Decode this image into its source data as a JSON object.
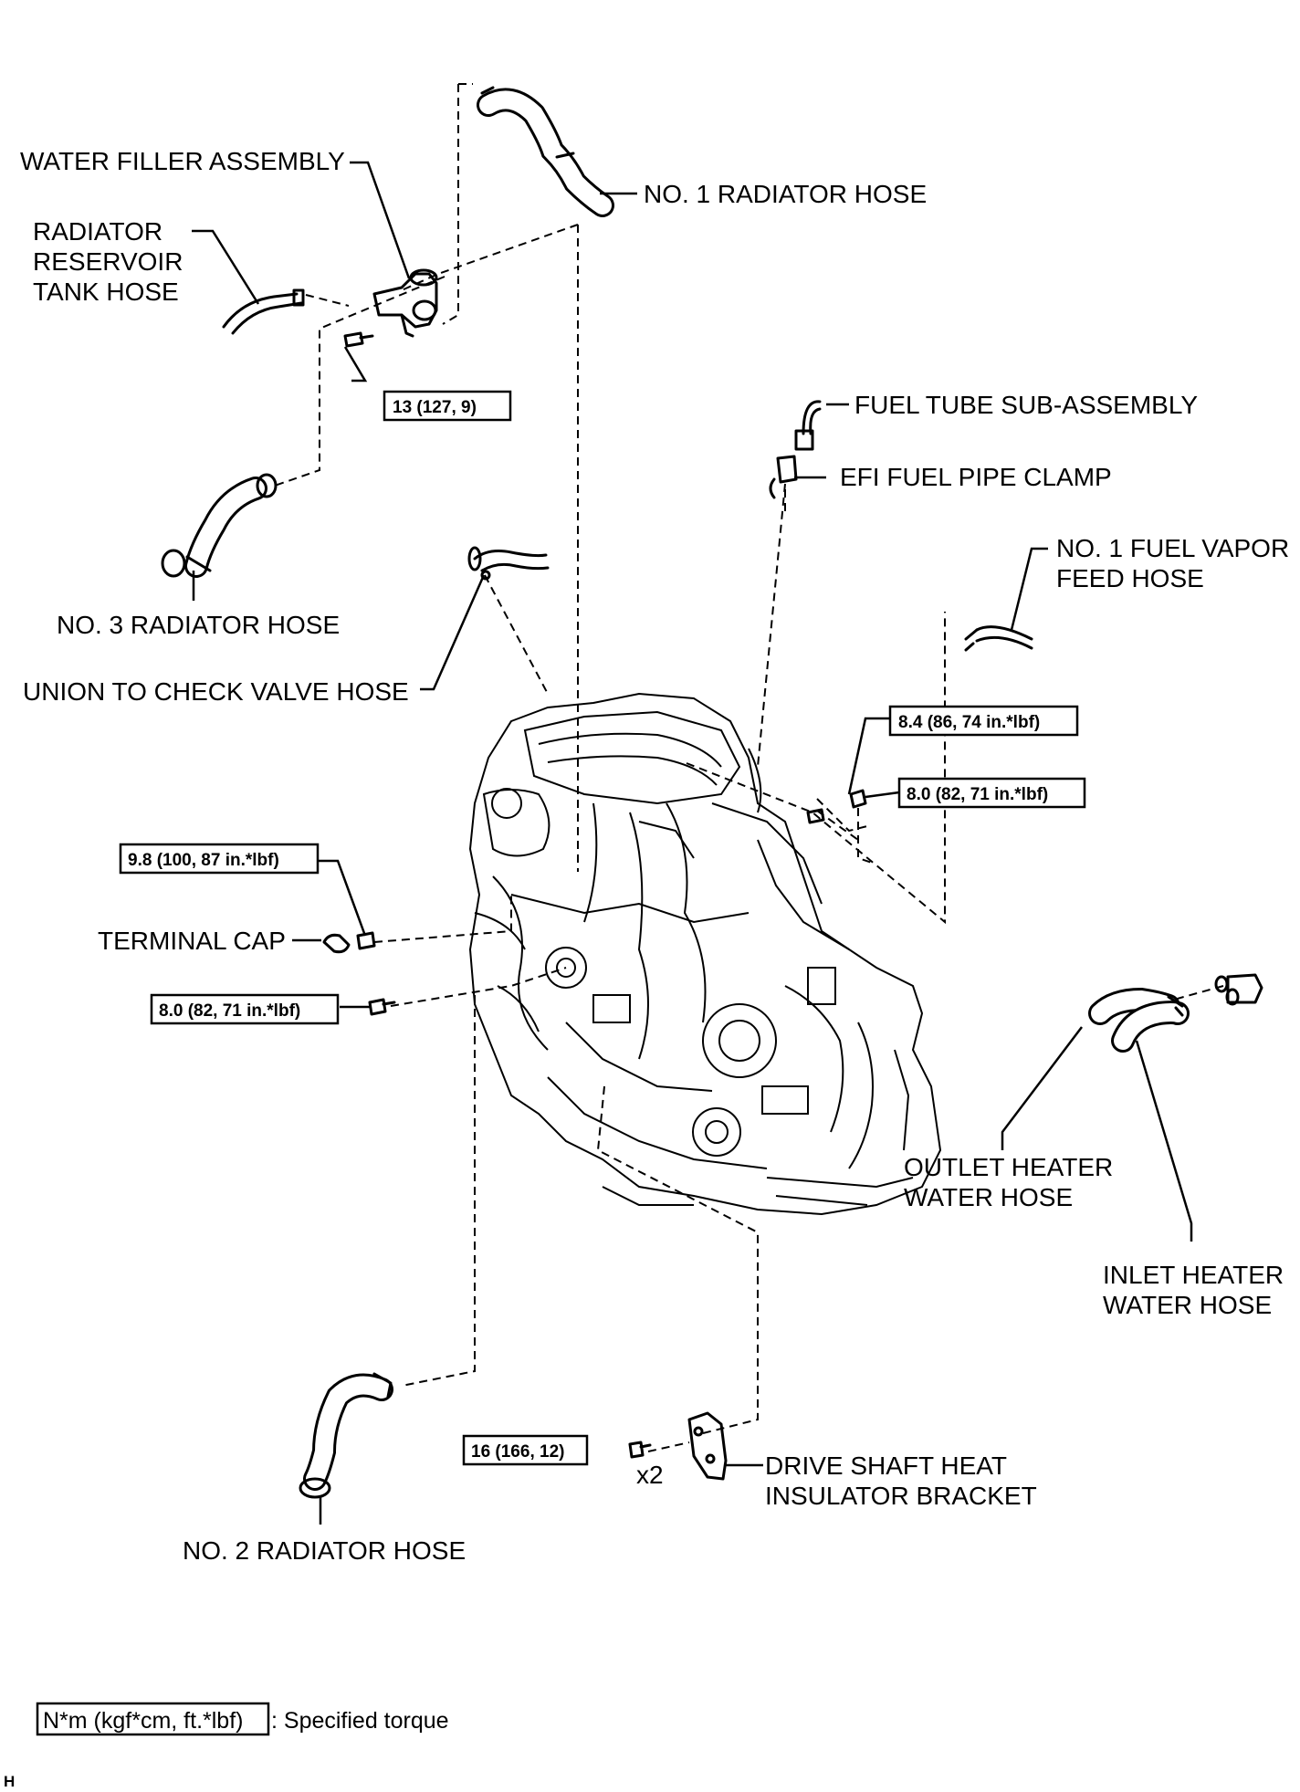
{
  "labels": {
    "water_filler": "WATER FILLER ASSEMBLY",
    "no1_radiator_hose": "NO. 1 RADIATOR HOSE",
    "reservoir_line1": "RADIATOR",
    "reservoir_line2": "RESERVOIR",
    "reservoir_line3": "TANK HOSE",
    "fuel_tube": "FUEL TUBE SUB-ASSEMBLY",
    "efi_clamp": "EFI FUEL PIPE CLAMP",
    "vapor_line1": "NO. 1 FUEL VAPOR",
    "vapor_line2": "FEED HOSE",
    "no3_radiator_hose": "NO. 3 RADIATOR HOSE",
    "union_hose": "UNION TO CHECK VALVE HOSE",
    "terminal_cap": "TERMINAL CAP",
    "outlet_line1": "OUTLET HEATER",
    "outlet_line2": "WATER HOSE",
    "inlet_line1": "INLET HEATER",
    "inlet_line2": "WATER HOSE",
    "drive_line1": "DRIVE SHAFT HEAT",
    "drive_line2": "INSULATOR BRACKET",
    "no2_radiator_hose": "NO. 2 RADIATOR HOSE",
    "qty_x2": "x2"
  },
  "torques": {
    "t_13": "13 (127,  9)",
    "t_84": "8.4 (86, 74 in.*lbf)",
    "t_80_right": "8.0 (82, 71 in.*lbf)",
    "t_98": "9.8 (100, 87 in.*lbf)",
    "t_80_left": "8.0 (82, 71 in.*lbf)",
    "t_16": "16 (166, 12)"
  },
  "legend": {
    "unit": "N*m (kgf*cm, ft.*lbf)",
    "text": ": Specified torque"
  },
  "corner_mark": "H"
}
